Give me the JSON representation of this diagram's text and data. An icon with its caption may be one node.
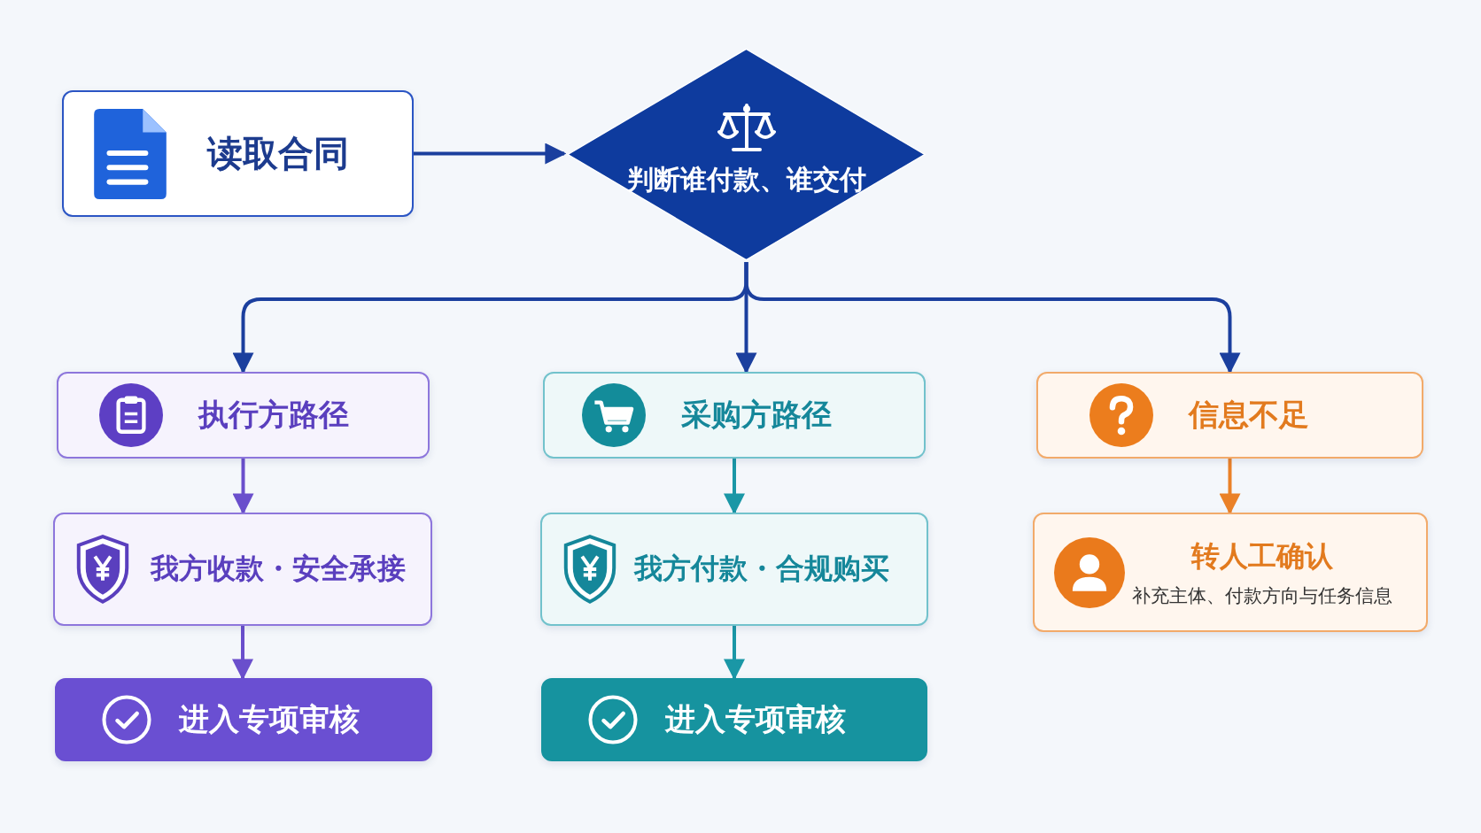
{
  "diagram": {
    "nodes": [
      {
        "text": [
          "读取合同"
        ]
      },
      {
        "text": [
          "判断谁付款、谁交付"
        ]
      },
      {
        "text": [
          "执行方路径"
        ]
      },
      {
        "text": [
          "采购方路径"
        ]
      },
      {
        "text": [
          "信息不足"
        ]
      },
      {
        "text": [
          "我方收款・安全承接"
        ]
      },
      {
        "text": [
          "我方付款・合规购买"
        ]
      },
      {
        "text": [
          "转人工确认",
          "补充主体、付款方向与任务信息"
        ]
      },
      {
        "text": [
          "进入专项审核"
        ]
      },
      {
        "text": [
          "进入专项审核"
        ]
      }
    ],
    "edges": [
      {
        "from": 0,
        "to": 1,
        "arrow": "to"
      },
      {
        "from": 1,
        "to": 2,
        "arrow": "to"
      },
      {
        "from": 1,
        "to": 3,
        "arrow": "to"
      },
      {
        "from": 1,
        "to": 4,
        "arrow": "to"
      },
      {
        "from": 2,
        "to": 5,
        "arrow": "to",
        "color": "#6a4fcc"
      },
      {
        "from": 5,
        "to": 8,
        "arrow": "to",
        "color": "#6a4fcc"
      },
      {
        "from": 3,
        "to": 6,
        "arrow": "to",
        "color": "#1a97a6"
      },
      {
        "from": 6,
        "to": 9,
        "arrow": "to",
        "color": "#1a97a6"
      },
      {
        "from": 4,
        "to": 7,
        "arrow": "to",
        "color": "#ea8128"
      }
    ]
  }
}
